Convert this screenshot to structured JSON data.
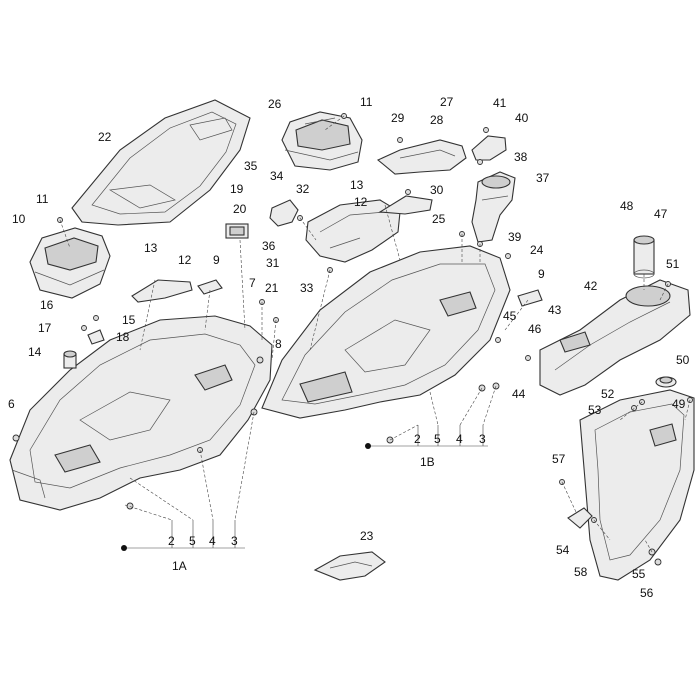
{
  "callouts": [
    "1A",
    "1B",
    "2",
    "3",
    "4",
    "5",
    "6",
    "7",
    "8",
    "9",
    "10",
    "11",
    "12",
    "13",
    "14",
    "15",
    "16",
    "17",
    "18",
    "19",
    "20",
    "21",
    "22",
    "23",
    "24",
    "25",
    "26",
    "27",
    "28",
    "29",
    "30",
    "31",
    "32",
    "33",
    "34",
    "35",
    "36",
    "37",
    "38",
    "39",
    "40",
    "41",
    "42",
    "43",
    "44",
    "45",
    "46",
    "47",
    "48",
    "49",
    "50",
    "51",
    "52",
    "53",
    "54",
    "55",
    "56",
    "57",
    "58"
  ]
}
